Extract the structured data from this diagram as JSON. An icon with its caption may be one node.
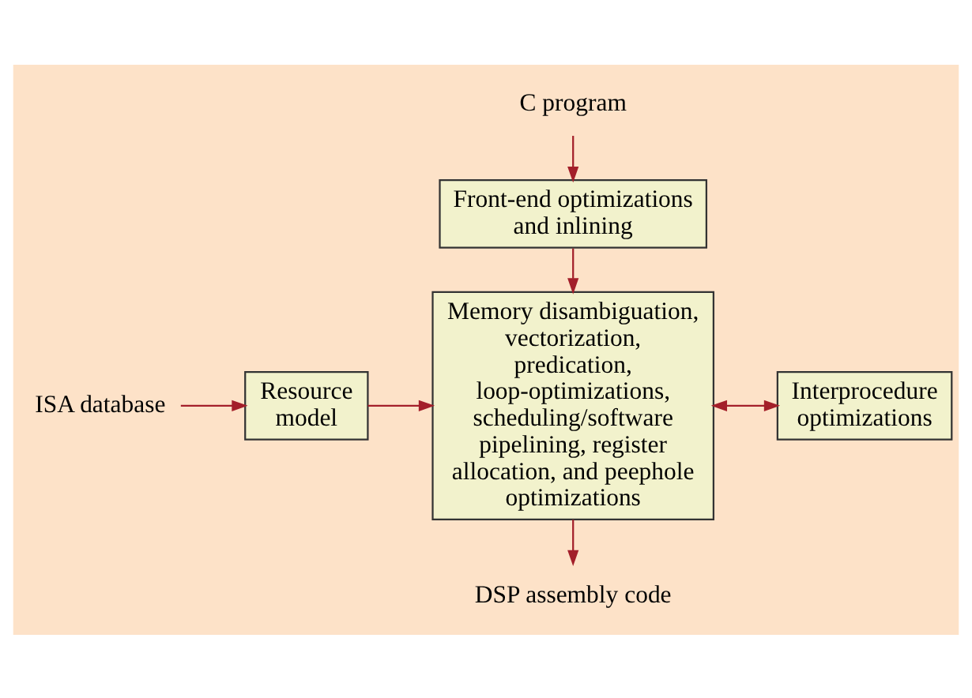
{
  "diagram": {
    "nodes": [
      {
        "text": [
          "C program"
        ]
      },
      {
        "text": [
          "Front-end optimizations and inlining"
        ]
      },
      {
        "text": [
          "Memory disambiguation, vectorization, predication, loop-optimizations, scheduling/software pipelining, register allocation, and peephole optimizations"
        ]
      },
      {
        "text": [
          "DSP assembly code"
        ]
      },
      {
        "text": [
          "ISA database"
        ]
      },
      {
        "text": [
          "Resource model"
        ]
      },
      {
        "text": [
          "Interprocedure optimizations"
        ]
      }
    ],
    "edges": [
      {
        "from": 0,
        "to": 1,
        "arrow": "to"
      },
      {
        "from": 1,
        "to": 2,
        "arrow": "to"
      },
      {
        "from": 2,
        "to": 3,
        "arrow": "to"
      },
      {
        "from": 4,
        "to": 5,
        "arrow": "to"
      },
      {
        "from": 5,
        "to": 2,
        "arrow": "to"
      },
      {
        "from": 2,
        "to": 6,
        "arrow": "both"
      }
    ]
  }
}
